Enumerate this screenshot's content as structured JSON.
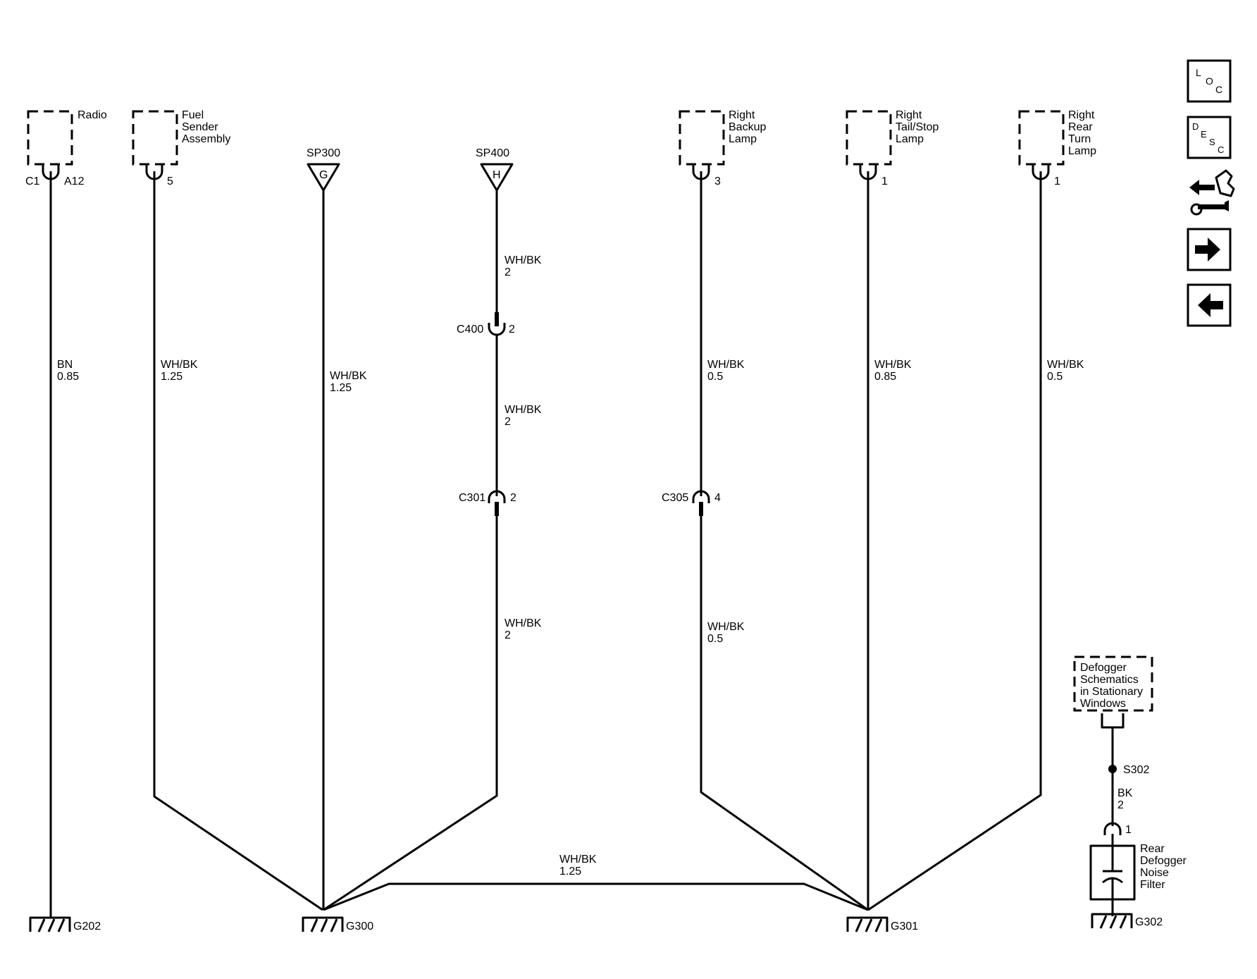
{
  "components": {
    "radio": [
      "Radio"
    ],
    "fuel_sender": [
      "Fuel",
      "Sender",
      "Assembly"
    ],
    "backup_lamp": [
      "Right",
      "Backup",
      "Lamp"
    ],
    "tail_stop_lamp": [
      "Right",
      "Tail/Stop",
      "Lamp"
    ],
    "rear_turn_lamp": [
      "Right",
      "Rear",
      "Turn",
      "Lamp"
    ],
    "defogger_schematics": [
      "Defogger",
      "Schematics",
      "in Stationary",
      "Windows"
    ],
    "noise_filter": [
      "Rear",
      "Defogger",
      "Noise",
      "Filter"
    ]
  },
  "connectors": {
    "radio_conn": "C1",
    "radio_pin": "A12",
    "fuel_pin": "5",
    "backup_pin": "3",
    "tail_pin": "1",
    "turn_pin": "1",
    "c400": "C400",
    "c400_pin": "2",
    "c301": "C301",
    "c301_pin": "2",
    "c305": "C305",
    "c305_pin": "4",
    "filter_pin": "1"
  },
  "splices": {
    "sp300": "SP300",
    "sp300_letter": "G",
    "sp400": "SP400",
    "sp400_letter": "H",
    "s302": "S302"
  },
  "wires": {
    "radio": [
      "BN",
      "0.85"
    ],
    "fuel": [
      "WH/BK",
      "1.25"
    ],
    "sp300": [
      "WH/BK",
      "1.25"
    ],
    "sp400_top": [
      "WH/BK",
      "2"
    ],
    "sp400_mid": [
      "WH/BK",
      "2"
    ],
    "sp400_bot": [
      "WH/BK",
      "2"
    ],
    "backup_top": [
      "WH/BK",
      "0.5"
    ],
    "backup_bot": [
      "WH/BK",
      "0.5"
    ],
    "tail": [
      "WH/BK",
      "0.85"
    ],
    "turn": [
      "WH/BK",
      "0.5"
    ],
    "defogger": [
      "BK",
      "2"
    ],
    "g300_g301": [
      "WH/BK",
      "1.25"
    ]
  },
  "grounds": {
    "g202": "G202",
    "g300": "G300",
    "g301": "G301",
    "g302": "G302"
  },
  "nav": {
    "loc": [
      "L",
      "O",
      "C"
    ],
    "desc": [
      "D",
      "E",
      "S",
      "C"
    ],
    "icons": [
      "loc-icon",
      "desc-icon",
      "connector-swap-icon",
      "arrow-right-icon",
      "arrow-left-icon"
    ]
  }
}
